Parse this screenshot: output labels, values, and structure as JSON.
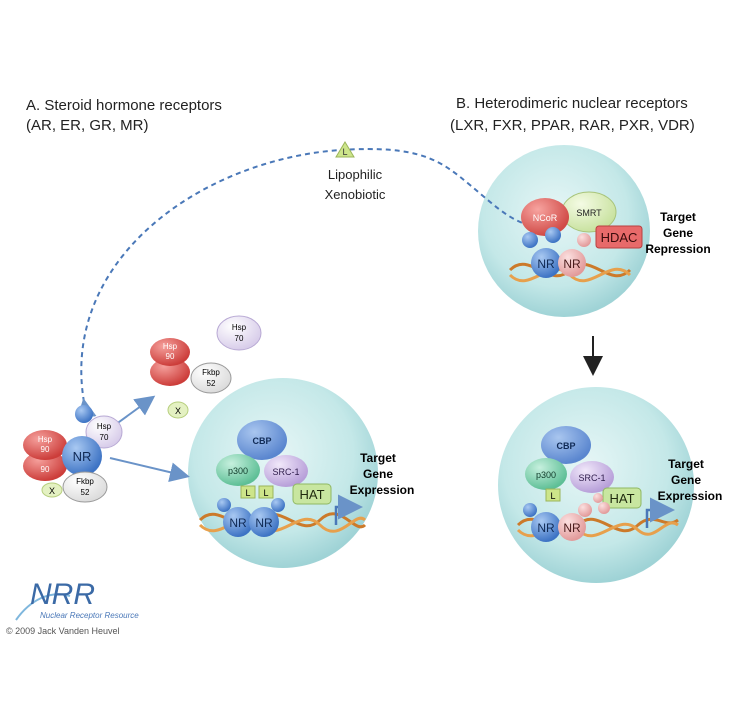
{
  "panel_a": {
    "title": "A.  Steroid hormone receptors",
    "subtitle": "(AR, ER, GR, MR)"
  },
  "panel_b": {
    "title": "B. Heterodimeric nuclear receptors",
    "subtitle": "(LXR, FXR, PPAR, RAR, PXR, VDR)"
  },
  "ligand": {
    "symbol": "L",
    "line1": "Lipophilic",
    "line2": "Xenobiotic"
  },
  "labels": {
    "hsp90": "Hsp",
    "hsp90_num": "90",
    "hsp70": "Hsp",
    "hsp70_num": "70",
    "fkbp": "Fkbp",
    "fkbp_num": "52",
    "x": "X",
    "nr": "NR",
    "l": "L",
    "cbp": "CBP",
    "p300": "p300",
    "src1": "SRC-1",
    "hat": "HAT",
    "ncor": "NCoR",
    "smrt": "SMRT",
    "hdac": "HDAC"
  },
  "outcomes": {
    "expression": [
      "Target",
      "Gene",
      "Expression"
    ],
    "repression": [
      "Target",
      "Gene",
      "Repression"
    ]
  },
  "logo": {
    "letters": "NRR",
    "tagline": "Nuclear Receptor Resource"
  },
  "copyright": "© 2009 Jack Vanden Heuvel",
  "colors": {
    "nucleus": "#bfe6e6",
    "nr_blue": "#5b8fd6",
    "nr_pink": "#f0b7b7",
    "hsp90": "#e55b58",
    "hsp70": "#ece4f4",
    "ligand": "#cde58a",
    "hat": "#c8e6a0",
    "hdac": "#e86a6a",
    "p300": "#8ed6b8",
    "src1": "#d8c6ec"
  }
}
